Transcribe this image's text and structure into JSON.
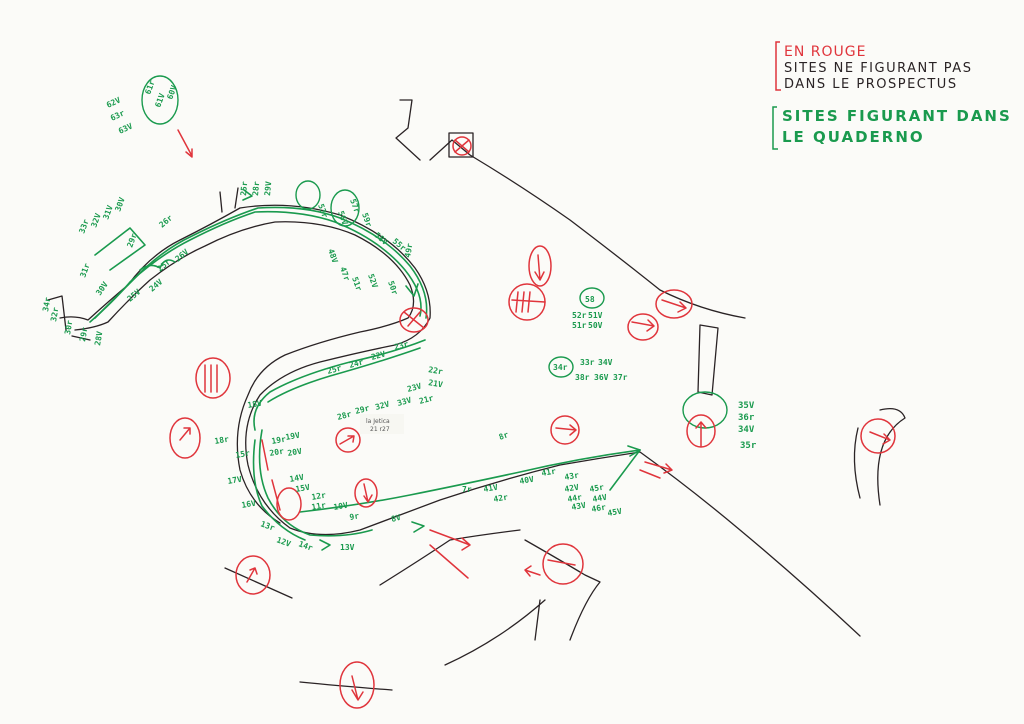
{
  "colors": {
    "paper": "#fbfbf8",
    "ink": "#2a2325",
    "red": "#e0353c",
    "green": "#1a9a4e"
  },
  "legend": {
    "red_title": "EN ROUGE",
    "red_line1": "SITES NE FIGURANT PAS",
    "red_line2": "DANS LE PROSPECTUS",
    "green_line1": "SITES FIGURANT DANS",
    "green_line2": "LE QUADERNO"
  },
  "labels": {
    "tl1": "62V",
    "tl2": "63r",
    "tl3": "63V",
    "tl4": "61r",
    "tl5": "61V",
    "tl6": "60V",
    "w1": "34r",
    "w2": "32r",
    "w3": "30r",
    "w4": "29r",
    "w5": "28V",
    "w6": "33r",
    "w7": "32V",
    "w8": "31V",
    "w9": "30V",
    "w10": "29r",
    "w11": "26r",
    "w12": "25r",
    "w13": "26V",
    "w14": "31r",
    "w15": "30V",
    "w16": "25V",
    "w17": "24V",
    "t1": "25r",
    "t2": "28r",
    "t3": "29V",
    "b1": "53r",
    "b2": "56V",
    "b3": "57r",
    "b4": "59r",
    "b5": "58V",
    "b6": "55r",
    "b7": "48V",
    "b8": "47r",
    "b9": "51r",
    "b10": "52V",
    "b11": "50r",
    "b12": "49r",
    "m1": "22V",
    "m2": "23r",
    "m3": "24r",
    "m4": "25r",
    "m5": "22r",
    "m6": "21V",
    "m7": "23V",
    "m8": "28r",
    "m9": "29r",
    "m10": "32V",
    "m11": "33V",
    "m12": "21r",
    "m13": "19V",
    "m14": "18r",
    "m15": "17V",
    "m16": "16V",
    "m17": "13r",
    "m18": "12V",
    "m19": "14r",
    "m20": "13V",
    "m21": "15r",
    "m22": "19r",
    "m23": "20r",
    "m24": "20V",
    "m25": "18V",
    "m26": "14V",
    "m27": "15V",
    "m28": "11r",
    "m29": "10V",
    "m30": "9r",
    "lower1": "7r",
    "lower2": "8r",
    "lower3": "8V",
    "lower4": "41V",
    "lower5": "42r",
    "lower6": "40V",
    "lower7": "41r",
    "lower8": "43r",
    "lower9": "42V",
    "lower10": "44r",
    "lower11": "45r",
    "lower12": "44V",
    "lower13": "43V",
    "lower14": "46r",
    "lower15": "45V",
    "lower16": "12r",
    "c1": "58",
    "c2": "52r",
    "c3": "51V",
    "c4": "51r",
    "c5": "50V",
    "c6": "34r",
    "c7": "33r",
    "c8": "34V",
    "c9": "38r",
    "c10": "36V",
    "c11": "37r",
    "e1": "35V",
    "e2": "36r",
    "e3": "34V",
    "e4": "35r",
    "note1": "la Jetica",
    "note2": "21 r27"
  }
}
